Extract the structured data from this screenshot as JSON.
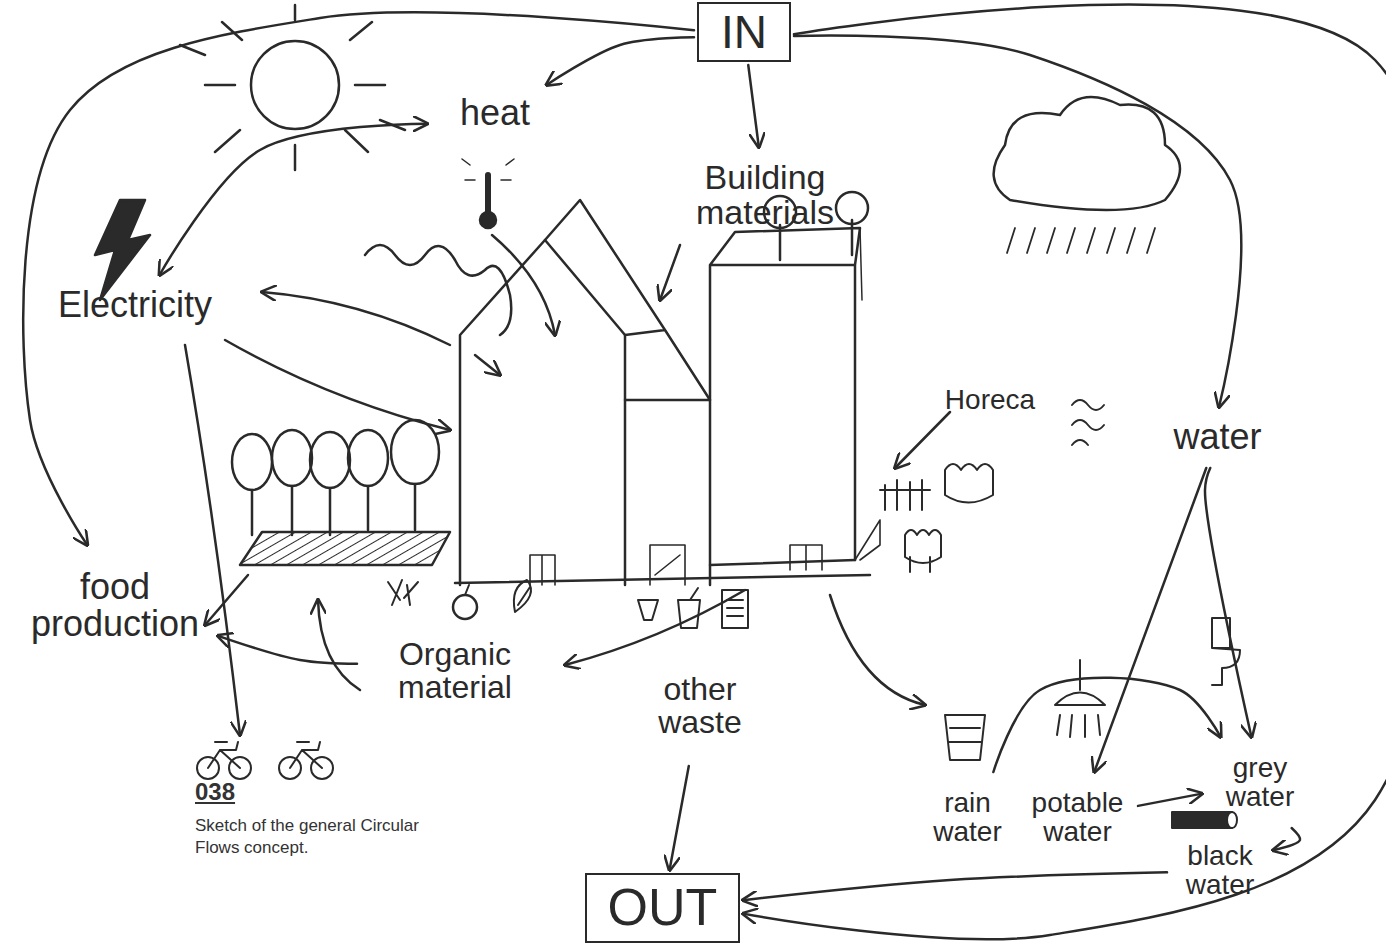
{
  "diagram": {
    "caption": "Sketch of the general Circular Flows concept.",
    "nodes": [
      {
        "text": [
          "IN"
        ]
      },
      {
        "text": [
          "heat"
        ]
      },
      {
        "text": [
          "Building materials"
        ]
      },
      {
        "text": [
          "Electricity"
        ]
      },
      {
        "text": [
          "food production"
        ]
      },
      {
        "text": [
          "Organic material"
        ]
      },
      {
        "text": [
          "other waste"
        ]
      },
      {
        "text": [
          "Horeca"
        ]
      },
      {
        "text": [
          "water"
        ]
      },
      {
        "text": [
          "rain water"
        ]
      },
      {
        "text": [
          "potable water"
        ]
      },
      {
        "text": [
          "grey water"
        ]
      },
      {
        "text": [
          "black water"
        ]
      },
      {
        "text": [
          "OUT"
        ]
      }
    ],
    "edges": [
      {
        "from": 0,
        "to": 1,
        "arrow": "to"
      },
      {
        "from": 0,
        "to": 2,
        "arrow": "to"
      },
      {
        "from": 0,
        "to": 8,
        "arrow": "to"
      },
      {
        "from": 0,
        "to": 4,
        "arrow": "to"
      },
      {
        "from": 1,
        "to": 3,
        "arrow": "both"
      },
      {
        "from": 5,
        "to": 4,
        "arrow": "to"
      },
      {
        "from": 8,
        "to": 10,
        "arrow": "to"
      },
      {
        "from": 8,
        "to": 11,
        "arrow": "to"
      },
      {
        "from": 9,
        "to": 11,
        "arrow": "to"
      },
      {
        "from": 10,
        "to": 11,
        "arrow": "to"
      },
      {
        "from": 11,
        "to": 12,
        "arrow": "to"
      },
      {
        "from": 12,
        "to": 13,
        "arrow": "to"
      },
      {
        "from": 6,
        "to": 13,
        "arrow": "to"
      },
      {
        "from": 0,
        "to": 13,
        "arrow": "to"
      }
    ],
    "labels": [
      "038"
    ]
  }
}
